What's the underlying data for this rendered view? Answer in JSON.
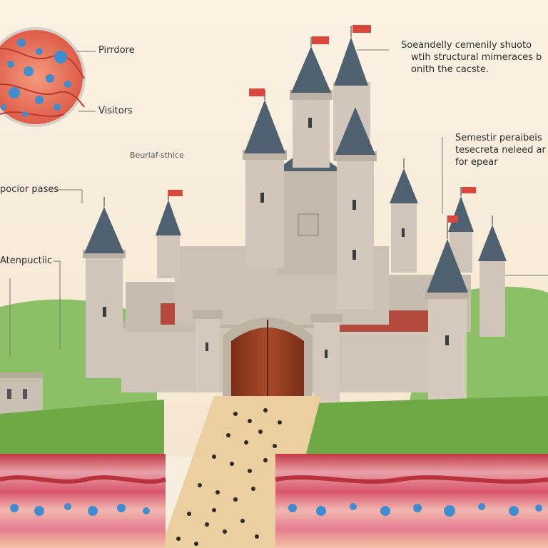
{
  "labels": {
    "pirrdore": "Pirrdore",
    "visitors": "Visitors",
    "beurial": "Beurlaf-sthice",
    "pocior": "pocior pases",
    "alenpuctiic": "Atenpuctiic",
    "top_right_1": "Soeandelly cemenily shuoto",
    "top_right_2": "wtih structural mimeraces b",
    "top_right_3": "onith the cacste.",
    "mid_right_1": "Semestir peraibeis",
    "mid_right_2": "tesecreta neleed ar",
    "mid_right_3": "for epear"
  },
  "colors": {
    "sky": "#f7eedf",
    "stone": "#cfc6b9",
    "stone_dark": "#a79d90",
    "roof": "#4f6170",
    "flag": "#d9483b",
    "grass": "#74b04e",
    "gate": "#8e3b22",
    "path": "#e8c89a",
    "tissue_pink": "#e68d9b",
    "tissue_red": "#b8323c",
    "cell_blue": "#3f8ccf"
  }
}
